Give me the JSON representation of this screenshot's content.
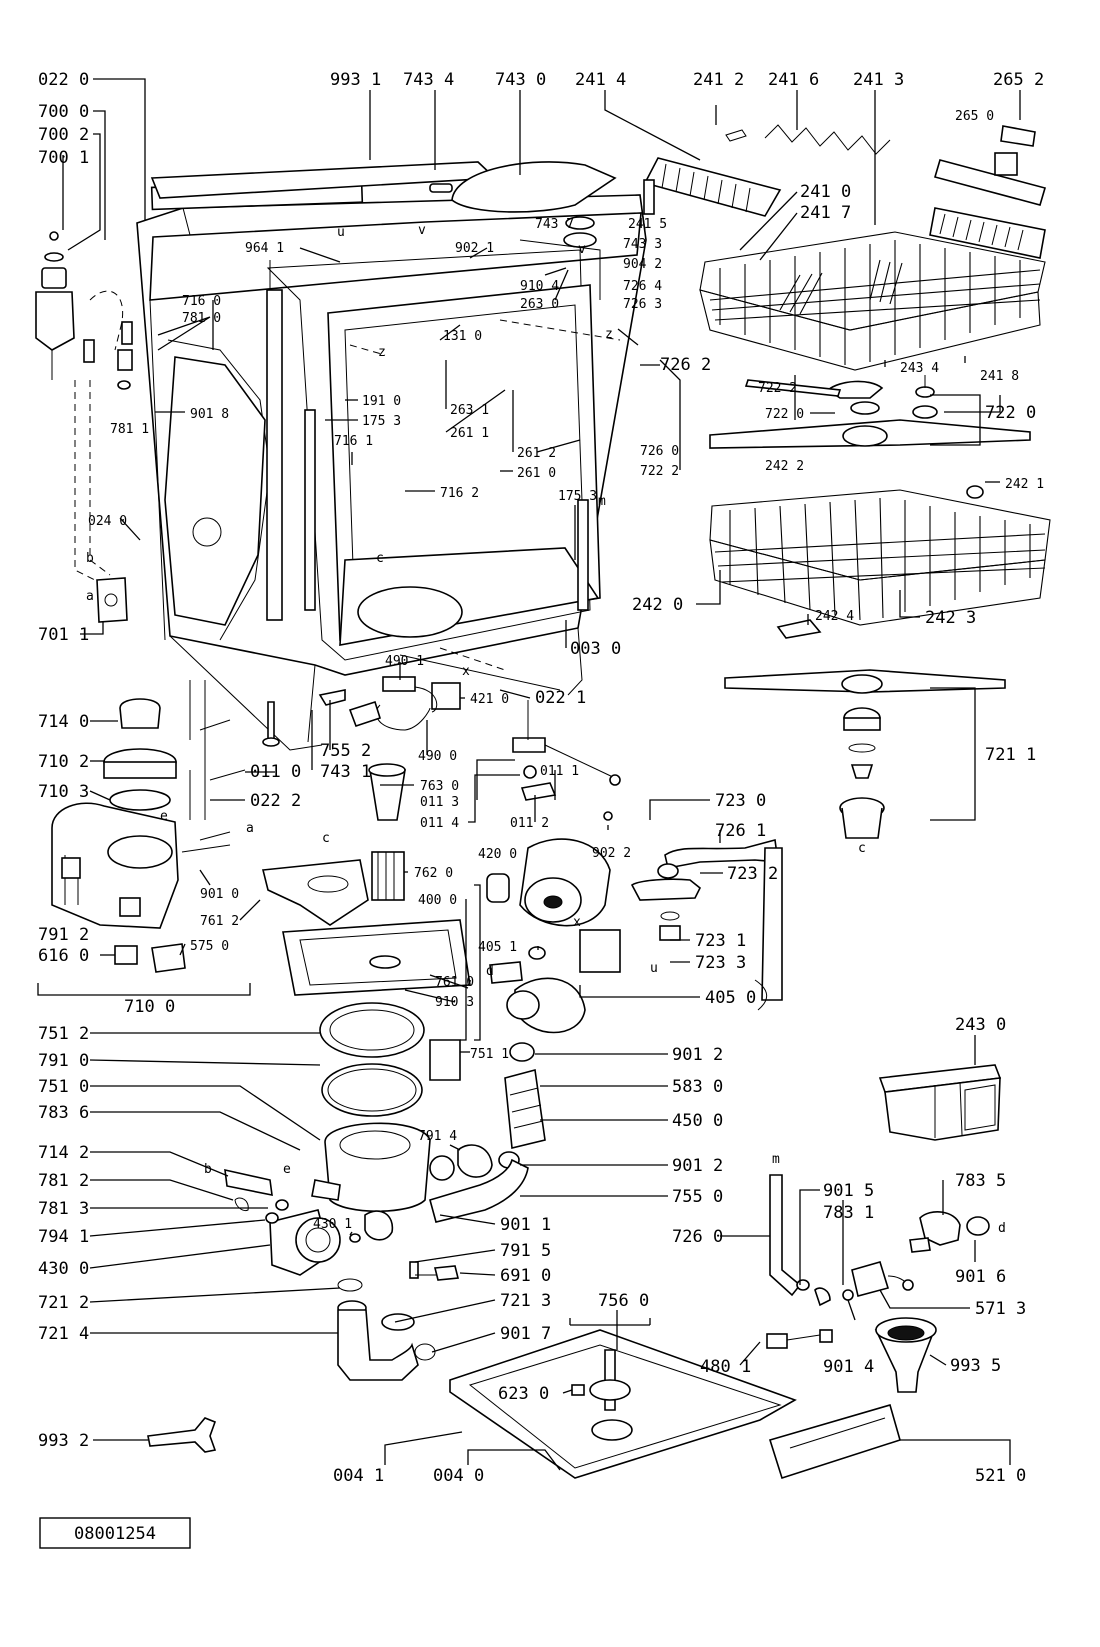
{
  "diagram": {
    "ref_code": "08001254",
    "labels": {
      "L0220": "022 0",
      "L7000": "700 0",
      "L7002": "700 2",
      "L7001": "700 1",
      "L9931": "993 1",
      "L7434": "743 4",
      "L7430": "743 0",
      "L2414": "241 4",
      "L2412": "241 2",
      "L2416": "241 6",
      "L2413": "241 3",
      "L2652": "265 2",
      "L2650": "265 0",
      "L2410": "241 0",
      "L2417": "241 7",
      "L2415": "241 5",
      "L7437": "743 7",
      "L7433": "743 3",
      "L9042": "904 2",
      "L9641": "964 1",
      "L9021": "902 1",
      "L9104": "910 4",
      "L2630": "263 0",
      "L7264": "726 4",
      "L7263": "726 3",
      "L7262": "726 2",
      "L7160": "716 0",
      "L7810": "781 0",
      "L1310": "131 0",
      "L7811": "781 1",
      "L9018": "901 8",
      "L1910": "191 0",
      "L1753a": "175 3",
      "L2631": "263 1",
      "L2611": "261 1",
      "L7161": "716 1",
      "L2612": "261 2",
      "L2610": "261 0",
      "L7260a": "726 0",
      "L7222a": "722 2",
      "L7222b": "722 2",
      "L7220b": "722 0",
      "L7220": "722 0",
      "L2434": "243 4",
      "L2418": "241 8",
      "L7162": "716 2",
      "L1753b": "175 3",
      "L2422": "242 2",
      "L2421": "242 1",
      "L0240": "024 0",
      "L2420": "242 0",
      "L2423": "242 3",
      "L2424": "242 4",
      "L7011": "701 1",
      "L0030": "003 0",
      "L4901": "490 1",
      "L4210": "421 0",
      "L0221": "022 1",
      "L7140": "714 0",
      "L7552": "755 2",
      "L7211": "721 1",
      "L7102": "710 2",
      "L0110": "011 0",
      "L7431": "743 1",
      "L4900": "490 0",
      "L7103": "710 3",
      "L0222": "022 2",
      "L7630": "763 0",
      "L0113": "011 3",
      "L0114": "011 4",
      "L0111": "011 1",
      "L0112": "011 2",
      "L9022": "902 2",
      "L7230": "723 0",
      "L7261": "726 1",
      "L4200": "420 0",
      "L7620": "762 0",
      "L4000": "400 0",
      "L7232": "723 2",
      "L9010": "901 0",
      "L7612": "761 2",
      "L7912": "791 2",
      "L6160": "616 0",
      "L5750": "575 0",
      "L7231": "723 1",
      "L7233": "723 3",
      "L4051": "405 1",
      "L7610": "761 0",
      "L9103": "910 3",
      "L7100": "710 0",
      "L4050": "405 0",
      "L2430": "243 0",
      "L7512": "751 2",
      "L7511": "751 1",
      "L9012a": "901 2",
      "L7910": "791 0",
      "L5830": "583 0",
      "L7510": "751 0",
      "L4500": "450 0",
      "L7836": "783 6",
      "L7914": "791 4",
      "L7142": "714 2",
      "L9012b": "901 2",
      "L7812": "781 2",
      "L7550": "755 0",
      "L7813": "781 3",
      "L9015": "901 5",
      "L7835": "783 5",
      "L7831": "783 1",
      "L7941": "794 1",
      "L4301": "430 1",
      "L9011": "901 1",
      "L7260b": "726 0",
      "L7915": "791 5",
      "L4300": "430 0",
      "L6910": "691 0",
      "L9016": "901 6",
      "L5713": "571 3",
      "L7212": "721 2",
      "L7213": "721 3",
      "L7560": "756 0",
      "L7214": "721 4",
      "L9017": "901 7",
      "L4801": "480 1",
      "L9014": "901 4",
      "L6230": "623 0",
      "L9935": "993 5",
      "L9932": "993 2",
      "L0041": "004 1",
      "L0040": "004 0",
      "L5210": "521 0"
    },
    "letters": {
      "a1": "a",
      "a2": "a",
      "b1": "b",
      "b2": "b",
      "c1": "c",
      "c2": "c",
      "c3": "c",
      "d1": "d",
      "d2": "d",
      "e1": "e",
      "e2": "e",
      "m1": "m",
      "m2": "m",
      "u1": "u",
      "u2": "u",
      "v1": "v",
      "v2": "v",
      "x1": "x",
      "x2": "x",
      "z1": "z",
      "z2": "z"
    }
  }
}
